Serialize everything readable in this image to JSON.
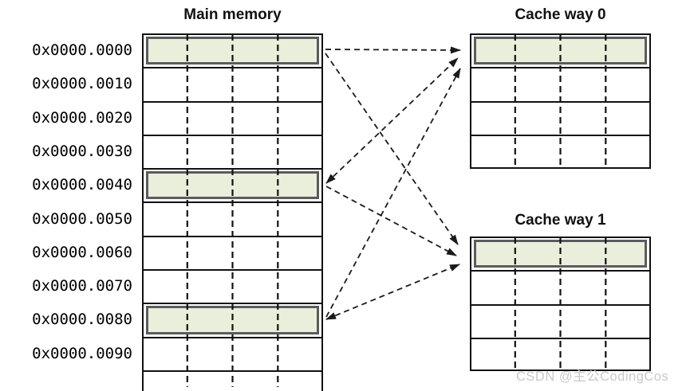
{
  "memory": {
    "title": "Main memory",
    "addresses": [
      "0x0000.0000",
      "0x0000.0010",
      "0x0000.0020",
      "0x0000.0030",
      "0x0000.0040",
      "0x0000.0050",
      "0x0000.0060",
      "0x0000.0070",
      "0x0000.0080",
      "0x0000.0090"
    ],
    "highlighted_addresses": [
      "0x0000.0000",
      "0x0000.0040",
      "0x0000.0080"
    ],
    "columns": 4,
    "visible_rows": 10
  },
  "cache_ways": [
    {
      "title": "Cache way 0",
      "rows": 4,
      "columns": 4,
      "highlighted_line": 0
    },
    {
      "title": "Cache way 1",
      "rows": 4,
      "columns": 4,
      "highlighted_line": 0
    }
  ],
  "mappings": [
    {
      "from": "0x0000.0000",
      "to": "Cache way 0, line 0",
      "arrowheads": "end"
    },
    {
      "from": "0x0000.0000",
      "to": "Cache way 1, line 0",
      "arrowheads": "end"
    },
    {
      "from": "0x0000.0040",
      "to": "Cache way 0, line 0",
      "arrowheads": "both"
    },
    {
      "from": "0x0000.0040",
      "to": "Cache way 1, line 0",
      "arrowheads": "end"
    },
    {
      "from": "0x0000.0080",
      "to": "Cache way 0, line 0",
      "arrowheads": "end"
    },
    {
      "from": "0x0000.0080",
      "to": "Cache way 1, line 0",
      "arrowheads": "both"
    }
  ],
  "watermark": "CSDN @主公CodingCos",
  "colors": {
    "highlight_fill": "#eaefdc",
    "highlight_border": "#5a5b5d",
    "line": "#1a1a1a",
    "watermark": "#c9c9cc",
    "background": "#ffffff"
  }
}
